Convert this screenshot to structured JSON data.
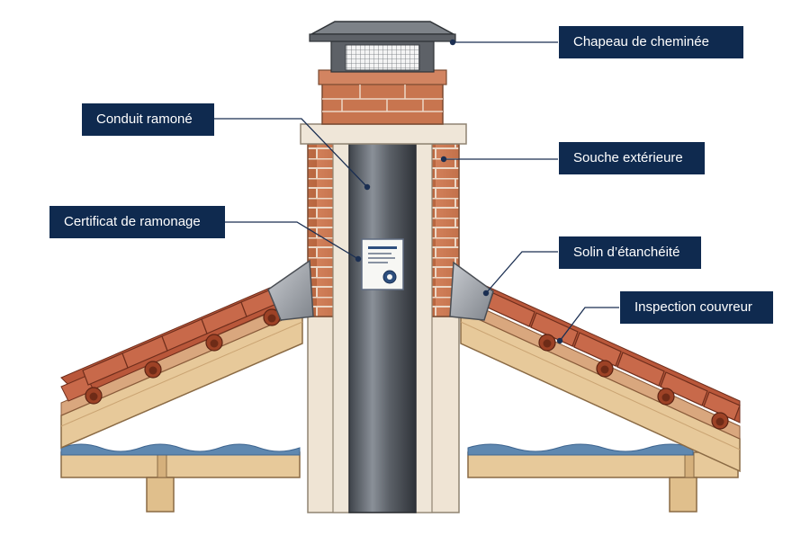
{
  "labels": {
    "cap": "Chapeau de cheminée",
    "flue": "Conduit ramoné",
    "stack": "Souche extérieure",
    "certificate": "Certificat de ramonage",
    "flashing": "Solin d’étanchéité",
    "inspection": "Inspection couvreur"
  },
  "colors": {
    "label_bg": "#0f2a4f",
    "brick": "#c8754f",
    "brick_mortar": "#ecd7c5",
    "flue": "#5c6168",
    "tile": "#b9573a",
    "timber": "#e7c99a",
    "metal": "#a9adb3",
    "insulation": "#5f88b0"
  },
  "icons": {
    "certificate": "certificate-seal-icon",
    "cap_mesh": "mesh-grid-icon"
  }
}
